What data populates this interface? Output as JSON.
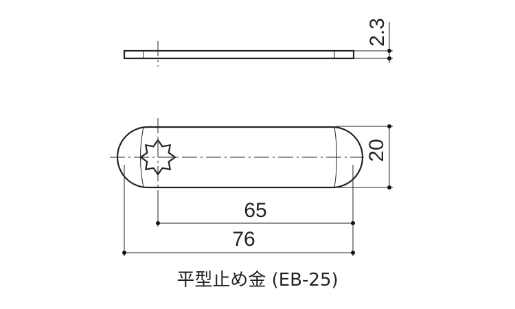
{
  "drawing": {
    "dimensions": {
      "thickness": "2.3",
      "width": "20",
      "hole_spacing": "65",
      "overall_length": "76"
    },
    "caption": "平型止め金 (EB-25)"
  }
}
